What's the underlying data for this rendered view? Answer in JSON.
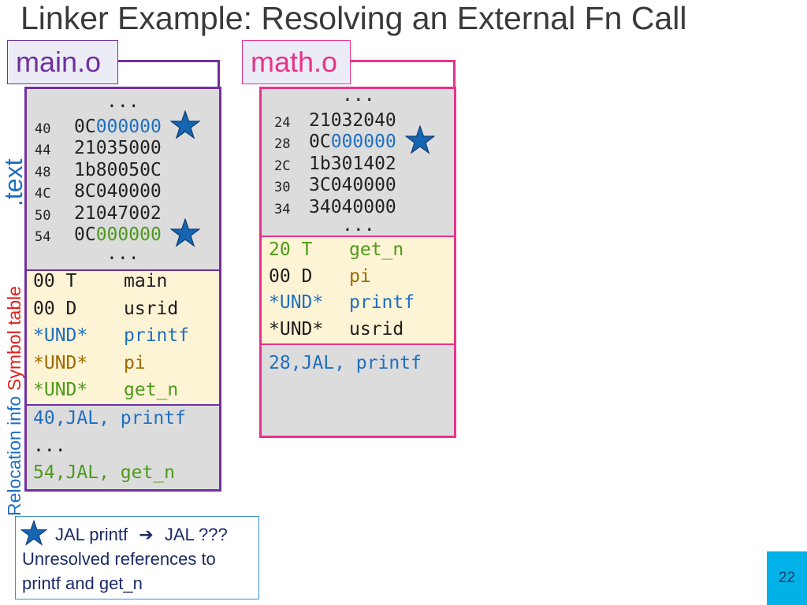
{
  "title": "Linker Example: Resolving an External Fn Call",
  "main_o": {
    "label": "main.o",
    "text_section": [
      {
        "addr": "",
        "prefix": "...",
        "suffix": ""
      },
      {
        "addr": "40",
        "prefix": "0C",
        "suffix": "000000",
        "suffix_color": "blue",
        "star": true
      },
      {
        "addr": "44",
        "prefix": "21035000",
        "suffix": ""
      },
      {
        "addr": "48",
        "prefix": "1b80050C",
        "suffix": ""
      },
      {
        "addr": "4C",
        "prefix": "8C040000",
        "suffix": ""
      },
      {
        "addr": "50",
        "prefix": "21047002",
        "suffix": ""
      },
      {
        "addr": "54",
        "prefix": "0C",
        "suffix": "000000",
        "suffix_color": "green",
        "star": true
      },
      {
        "addr": "",
        "prefix": "...",
        "suffix": ""
      }
    ],
    "symbol_table": [
      {
        "type": "00 T",
        "name": "main",
        "color": "black"
      },
      {
        "type": "00 D",
        "name": "usrid",
        "color": "black"
      },
      {
        "type": "*UND*",
        "name": "printf",
        "color": "blue"
      },
      {
        "type": "*UND*",
        "name": "pi",
        "color": "brown"
      },
      {
        "type": "*UND*",
        "name": "get_n",
        "color": "green"
      }
    ],
    "relocation": [
      {
        "text": "40,JAL, printf",
        "color": "blue"
      },
      {
        "text": "...",
        "color": "black"
      },
      {
        "text": "54,JAL, get_n",
        "color": "green"
      }
    ]
  },
  "math_o": {
    "label": "math.o",
    "text_section": [
      {
        "addr": "",
        "prefix": "...",
        "suffix": ""
      },
      {
        "addr": "24",
        "prefix": "21032040",
        "suffix": ""
      },
      {
        "addr": "28",
        "prefix": "0C",
        "suffix": "000000",
        "suffix_color": "blue",
        "star": true
      },
      {
        "addr": "2C",
        "prefix": "1b301402",
        "suffix": ""
      },
      {
        "addr": "30",
        "prefix": "3C040000",
        "suffix": ""
      },
      {
        "addr": "34",
        "prefix": "34040000",
        "suffix": ""
      },
      {
        "addr": "",
        "prefix": "...",
        "suffix": ""
      }
    ],
    "symbol_table": [
      {
        "type": "20 T",
        "name": "get_n",
        "color": "green"
      },
      {
        "type": "00 D",
        "name": "pi",
        "color": "brown"
      },
      {
        "type": "*UND*",
        "name": "printf",
        "color": "blue"
      },
      {
        "type": "*UND*",
        "name": "usrid",
        "color": "black"
      }
    ],
    "relocation": [
      {
        "text": "28,JAL, printf",
        "color": "blue"
      }
    ]
  },
  "side_labels": {
    "text": ".text",
    "symbol_table": "Symbol table",
    "relocation": "Relocation info"
  },
  "legend": {
    "line1_a": "JAL printf",
    "arrow": "➔",
    "line1_b": "JAL ???",
    "line2": "Unresolved references to",
    "line3": "printf and get_n"
  },
  "page_number": "22",
  "colors": {
    "main_accent": "#7030a0",
    "math_accent": "#e8338a",
    "blue": "#1f6fc0",
    "green": "#4d9a1a",
    "brown": "#9c6a00",
    "text_bg": "#dcdcdc",
    "symbol_bg": "#fdf3d5",
    "star": "#1565b0",
    "page_box": "#00b2e8"
  }
}
